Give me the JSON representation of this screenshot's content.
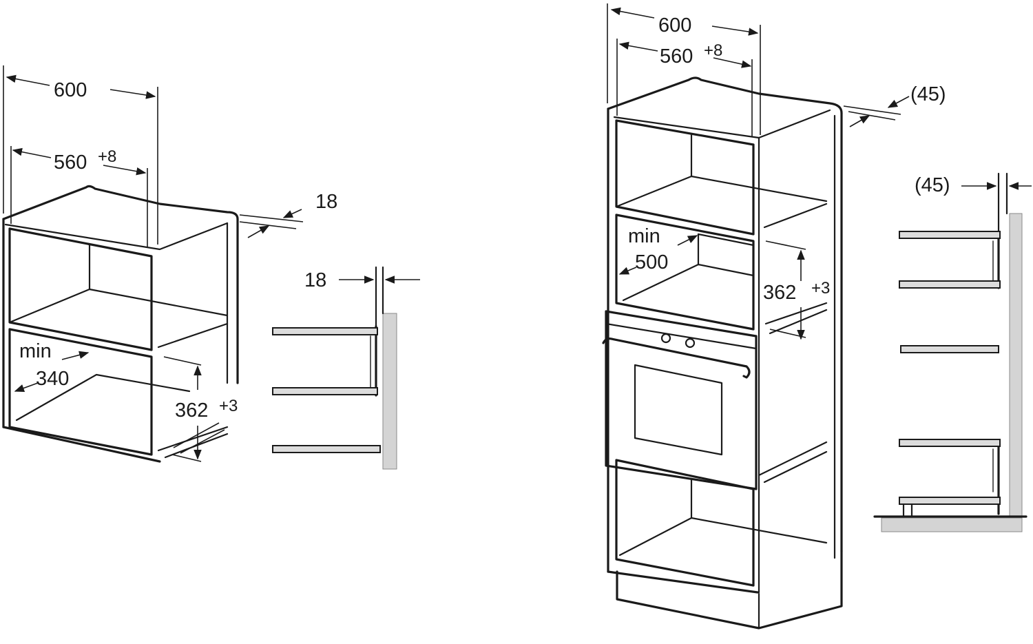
{
  "labels": {
    "small_w_outer": "600",
    "small_w_inner": "560",
    "small_w_inner_tol": "+8",
    "small_thickness_a": "18",
    "small_thickness_b": "18",
    "small_min": "min",
    "small_min_val": "340",
    "small_h": "362",
    "small_h_tol": "+3",
    "tall_w_outer": "600",
    "tall_w_inner": "560",
    "tall_w_inner_tol": "+8",
    "tall_depth_a": "(45)",
    "tall_depth_b": "(45)",
    "tall_min": "min",
    "tall_min_val": "500",
    "tall_h": "362",
    "tall_h_tol": "+3"
  },
  "colors": {
    "line": "#1a1a1a",
    "wall_fill": "#d4d4d4"
  }
}
